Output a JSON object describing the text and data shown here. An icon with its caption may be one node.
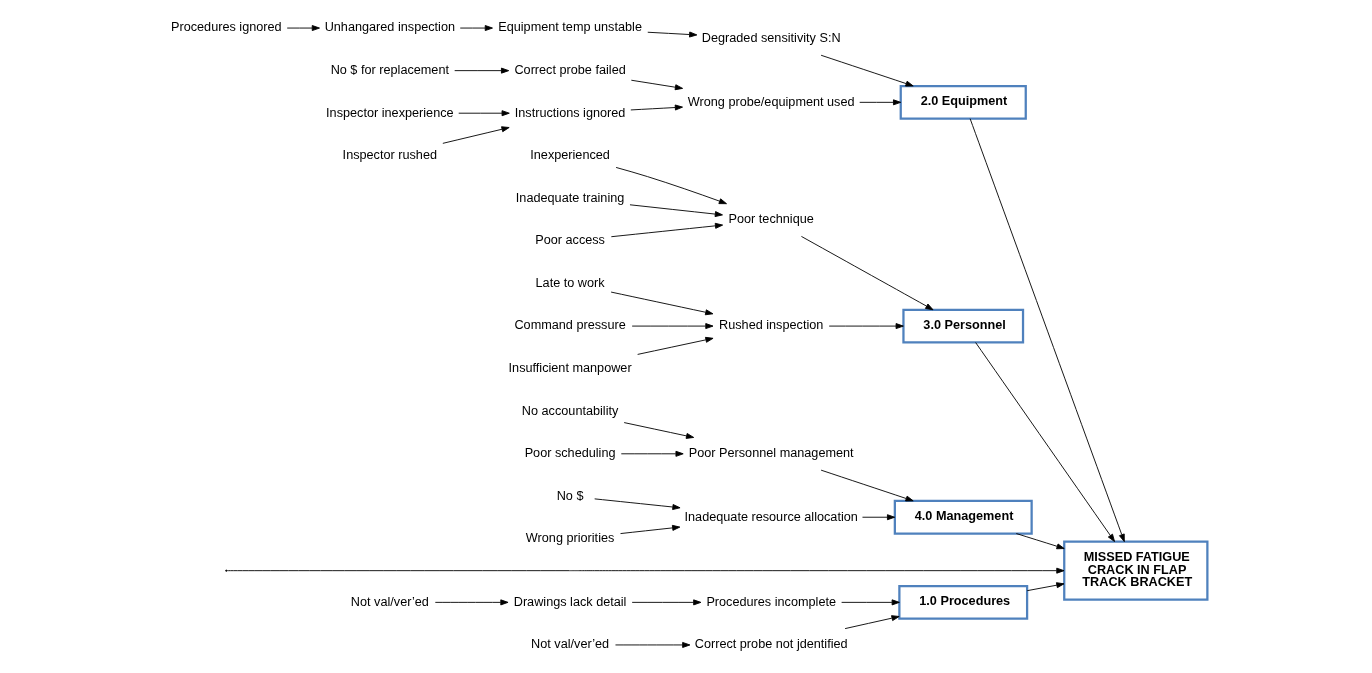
{
  "diagram": {
    "nodes": [
      {
        "text": [
          "1.0 Procedures"
        ]
      },
      {
        "text": [
          "2.0 Equipment"
        ]
      },
      {
        "text": [
          "MISSED FATIGUE CRACK IN FLAP TRACK BRACKET"
        ]
      },
      {
        "text": [
          "3.0 Personnel"
        ]
      },
      {
        "text": [
          "4.0 Management"
        ]
      },
      {
        "text": [
          "Procedures incomplete"
        ]
      },
      {
        "text": [
          "Correct probe not jdentified"
        ]
      },
      {
        "text": [
          "Not val/ver’ed"
        ]
      },
      {
        "text": [
          "Drawings lack detail"
        ]
      },
      {
        "text": [
          "Not val/ver’ed"
        ]
      },
      {
        "text": [
          "Procedures ignored"
        ]
      },
      {
        "text": [
          "Unhangared inspection"
        ]
      },
      {
        "text": [
          "Equipment temp unstable"
        ]
      },
      {
        "text": [
          "Degraded sensitivity S:N"
        ]
      },
      {
        "text": [
          "Correct probe failed"
        ]
      },
      {
        "text": [
          "No $ for replacement"
        ]
      },
      {
        "text": [
          "Wrong probe/equipment used"
        ]
      },
      {
        "text": [
          "Instructions ignored"
        ]
      },
      {
        "text": [
          "Inspector inexperience"
        ]
      },
      {
        "text": [
          "Inspector rushed"
        ]
      },
      {
        "text": [
          "Poor technique"
        ]
      },
      {
        "text": [
          "Rushed inspection"
        ]
      },
      {
        "text": [
          "Inexperienced"
        ]
      },
      {
        "text": [
          "Inadequate training"
        ]
      },
      {
        "text": [
          "Poor access"
        ]
      },
      {
        "text": [
          "Late to work"
        ]
      },
      {
        "text": [
          "Command pressure"
        ]
      },
      {
        "text": [
          "Insufficient manpower"
        ]
      },
      {
        "text": [
          "Poor Personnel management"
        ]
      },
      {
        "text": [
          "Inadequate resource allocation"
        ]
      },
      {
        "text": [
          "No accountability"
        ]
      },
      {
        "text": [
          "Poor scheduling"
        ]
      },
      {
        "text": [
          "No $"
        ]
      },
      {
        "text": [
          "Wrong priorities"
        ]
      }
    ],
    "edges": [
      {
        "from": null,
        "to": 2,
        "arrow": "to"
      },
      {
        "from": 0,
        "to": 2,
        "arrow": "to"
      },
      {
        "from": 1,
        "to": 2,
        "arrow": "to"
      },
      {
        "from": 3,
        "to": 2,
        "arrow": "to"
      },
      {
        "from": 4,
        "to": 2,
        "arrow": "to"
      },
      {
        "from": 5,
        "to": 0,
        "arrow": "to"
      },
      {
        "from": 6,
        "to": 0,
        "arrow": "to"
      },
      {
        "from": 7,
        "to": 8,
        "arrow": "to"
      },
      {
        "from": 8,
        "to": 5,
        "arrow": "to"
      },
      {
        "from": 9,
        "to": 6,
        "arrow": "to"
      },
      {
        "from": 10,
        "to": 11,
        "arrow": "to"
      },
      {
        "from": 11,
        "to": 12,
        "arrow": "to"
      },
      {
        "from": 12,
        "to": 13,
        "arrow": "to"
      },
      {
        "from": 13,
        "to": 1,
        "arrow": "to"
      },
      {
        "from": 15,
        "to": 14,
        "arrow": "to"
      },
      {
        "from": 14,
        "to": 16,
        "arrow": "to"
      },
      {
        "from": 16,
        "to": 1,
        "arrow": "to"
      },
      {
        "from": 18,
        "to": 17,
        "arrow": "to"
      },
      {
        "from": 19,
        "to": 17,
        "arrow": "to"
      },
      {
        "from": 17,
        "to": 16,
        "arrow": "to"
      },
      {
        "from": 20,
        "to": 3,
        "arrow": "to"
      },
      {
        "from": 21,
        "to": 3,
        "arrow": "to"
      },
      {
        "from": 22,
        "to": 20,
        "arrow": "to"
      },
      {
        "from": 23,
        "to": 20,
        "arrow": "to"
      },
      {
        "from": 24,
        "to": 20,
        "arrow": "to"
      },
      {
        "from": 25,
        "to": 21,
        "arrow": "to"
      },
      {
        "from": 26,
        "to": 21,
        "arrow": "to"
      },
      {
        "from": 27,
        "to": 21,
        "arrow": "to"
      },
      {
        "from": 28,
        "to": 4,
        "arrow": "to"
      },
      {
        "from": 29,
        "to": 4,
        "arrow": "to"
      },
      {
        "from": 30,
        "to": 28,
        "arrow": "to"
      },
      {
        "from": 31,
        "to": 28,
        "arrow": "to"
      },
      {
        "from": 32,
        "to": 29,
        "arrow": "to"
      },
      {
        "from": 33,
        "to": 29,
        "arrow": "to"
      }
    ]
  }
}
